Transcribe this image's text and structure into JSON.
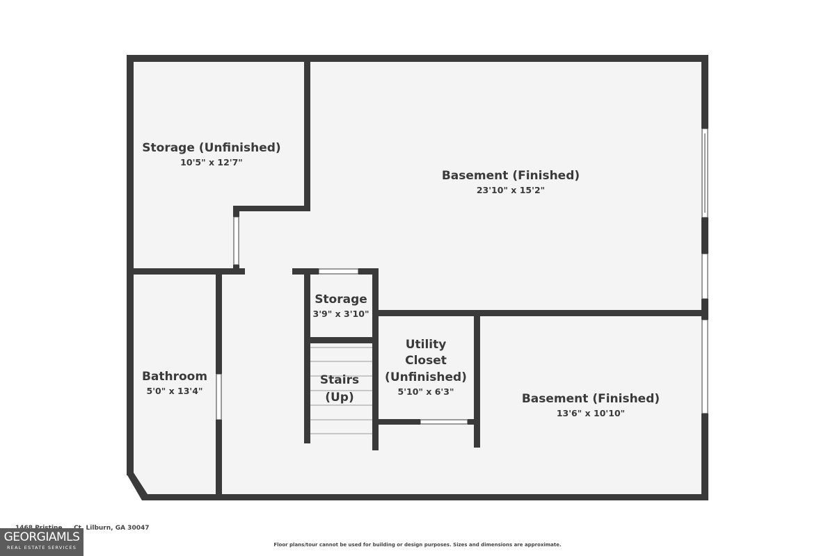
{
  "rooms": [
    {
      "id": "storage-unfinished",
      "name_lines": [
        "Storage (Unfinished)"
      ],
      "dims": "10'5\" x 12'7\""
    },
    {
      "id": "basement-finished-main",
      "name_lines": [
        "Basement (Finished)"
      ],
      "dims": "23'10\" x 15'2\""
    },
    {
      "id": "storage-small",
      "name_lines": [
        "Storage"
      ],
      "dims": "3'9\" x 3'10\""
    },
    {
      "id": "bathroom",
      "name_lines": [
        "Bathroom"
      ],
      "dims": "5'0\" x 13'4\""
    },
    {
      "id": "stairs",
      "name_lines": [
        "Stairs",
        "(Up)"
      ],
      "dims": ""
    },
    {
      "id": "utility-closet",
      "name_lines": [
        "Utility",
        "Closet",
        "(Unfinished)"
      ],
      "dims": "5'10\" x 6'3\""
    },
    {
      "id": "basement-finished-lower",
      "name_lines": [
        "Basement (Finished)"
      ],
      "dims": "13'6\" x 10'10\""
    }
  ],
  "footer": {
    "address": "1468 Pristine ... Ct, Lilburn, GA 30047",
    "disclaimer": "Floor plans/tour cannot be used for building or design purposes. Sizes and dimensions are approximate.",
    "logo_text": "GEORGIAMLS",
    "logo_sub": "REAL ESTATE SERVICES"
  },
  "colors": {
    "wall": "#3a3a3a",
    "floor": "#f4f4f4",
    "text": "#3a3a3a",
    "logo_bg": "#5c5c5c"
  }
}
